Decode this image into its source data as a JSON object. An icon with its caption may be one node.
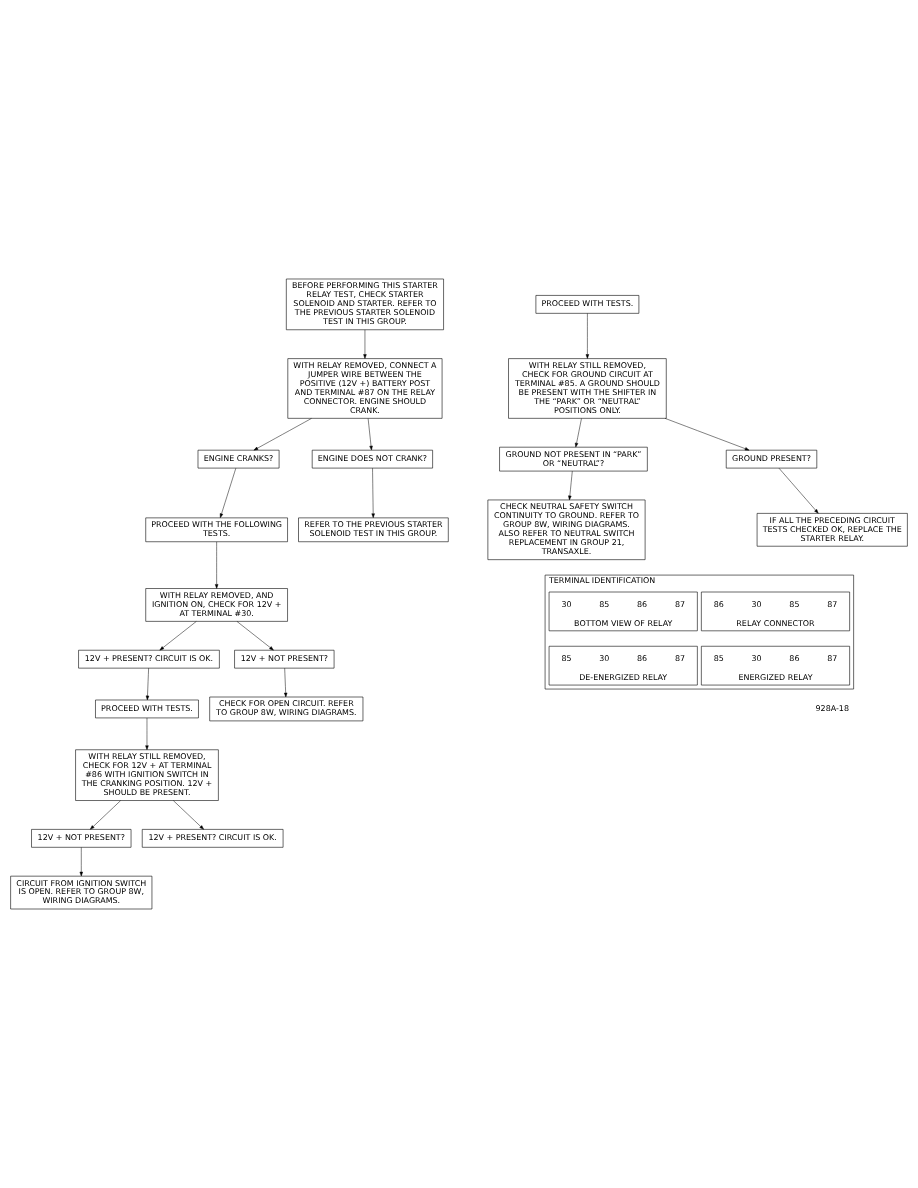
{
  "diagram": {
    "nodes": [
      {
        "text": [
          "BEFORE PERFORMING THIS STARTER RELAY TEST, CHECK STARTER SOLENOID AND STARTER. REFER TO THE PREVIOUS STARTER SOLENOID TEST IN THIS GROUP."
        ]
      },
      {
        "text": [
          "WITH RELAY REMOVED, CONNECT A JUMPER WIRE BETWEEN THE POSITIVE (12V +) BATTERY POST AND TERMINAL #87 ON THE RELAY CONNECTOR. ENGINE SHOULD CRANK."
        ]
      },
      {
        "text": [
          "ENGINE CRANKS?"
        ]
      },
      {
        "text": [
          "ENGINE DOES NOT CRANK?"
        ]
      },
      {
        "text": [
          "REFER TO THE PREVIOUS STARTER SOLENOID TEST IN THIS GROUP."
        ]
      },
      {
        "text": [
          "PROCEED WITH THE FOLLOWING TESTS."
        ]
      },
      {
        "text": [
          "WITH RELAY REMOVED, AND IGNITION ON, CHECK FOR 12V + AT TERMINAL #30."
        ]
      },
      {
        "text": [
          "12V + PRESENT? CIRCUIT IS OK."
        ]
      },
      {
        "text": [
          "12V + NOT PRESENT?"
        ]
      },
      {
        "text": [
          "CHECK FOR OPEN CIRCUIT. REFER TO GROUP 8W, WIRING DIAGRAMS."
        ]
      },
      {
        "text": [
          "PROCEED WITH TESTS."
        ]
      },
      {
        "text": [
          "WITH RELAY STILL REMOVED, CHECK FOR 12V + AT TERMINAL #86 WITH IGNITION SWITCH IN THE CRANKING POSITION. 12V + SHOULD BE PRESENT."
        ]
      },
      {
        "text": [
          "12V + NOT PRESENT?"
        ]
      },
      {
        "text": [
          "12V + PRESENT? CIRCUIT IS OK."
        ]
      },
      {
        "text": [
          "CIRCUIT FROM IGNITION SWITCH IS OPEN. REFER TO GROUP 8W, WIRING DIAGRAMS."
        ]
      },
      {
        "text": [
          "PROCEED WITH TESTS."
        ]
      },
      {
        "text": [
          "WITH RELAY STILL REMOVED, CHECK FOR GROUND CIRCUIT AT TERMINAL #85. A GROUND SHOULD BE PRESENT WITH THE SHIFTER IN THE “PARK” OR “NEUTRAL” POSITIONS ONLY."
        ]
      },
      {
        "text": [
          "GROUND NOT PRESENT IN “PARK” OR “NEUTRAL”?"
        ]
      },
      {
        "text": [
          "GROUND PRESENT?"
        ]
      },
      {
        "text": [
          "CHECK NEUTRAL SAFETY SWITCH CONTINUITY TO GROUND. REFER TO GROUP 8W, WIRING DIAGRAMS. ALSO REFER TO NEUTRAL SWITCH REPLACEMENT IN GROUP 21, TRANSAXLE."
        ]
      },
      {
        "text": [
          "IF ALL THE PRECEDING CIRCUIT TESTS CHECKED OK, REPLACE THE STARTER RELAY."
        ]
      },
      {
        "text": [
          "TERMINAL IDENTIFICATION"
        ]
      },
      {
        "text": [
          "BOTTOM VIEW OF RELAY"
        ],
        "in": 21
      },
      {
        "text": [
          "RELAY CONNECTOR"
        ],
        "in": 21
      },
      {
        "text": [
          "DE-ENERGIZED RELAY"
        ],
        "in": 21
      },
      {
        "text": [
          "ENERGIZED RELAY"
        ],
        "in": 21
      }
    ],
    "edges": [
      {
        "from": 0,
        "to": 1,
        "arrow": "to"
      },
      {
        "from": 1,
        "to": 2,
        "arrow": "to"
      },
      {
        "from": 1,
        "to": 3,
        "arrow": "to"
      },
      {
        "from": 3,
        "to": 4,
        "arrow": "to"
      },
      {
        "from": 2,
        "to": 5,
        "arrow": "to"
      },
      {
        "from": 5,
        "to": 6,
        "arrow": "to"
      },
      {
        "from": 6,
        "to": 7,
        "arrow": "to"
      },
      {
        "from": 6,
        "to": 8,
        "arrow": "to"
      },
      {
        "from": 8,
        "to": 9,
        "arrow": "to"
      },
      {
        "from": 7,
        "to": 10,
        "arrow": "to"
      },
      {
        "from": 10,
        "to": 11,
        "arrow": "to"
      },
      {
        "from": 11,
        "to": 12,
        "arrow": "to"
      },
      {
        "from": 11,
        "to": 13,
        "arrow": "to"
      },
      {
        "from": 12,
        "to": 14,
        "arrow": "to"
      },
      {
        "from": 15,
        "to": 16,
        "arrow": "to"
      },
      {
        "from": 16,
        "to": 17,
        "arrow": "to"
      },
      {
        "from": 16,
        "to": 18,
        "arrow": "to"
      },
      {
        "from": 17,
        "to": 19,
        "arrow": "to"
      },
      {
        "from": 18,
        "to": 20,
        "arrow": "to"
      }
    ],
    "labels": [
      "30",
      "85",
      "86",
      "87",
      "86",
      "30",
      "85",
      "87",
      "85",
      "30",
      "86",
      "87",
      "85",
      "30",
      "86",
      "87",
      "928A-18"
    ]
  }
}
